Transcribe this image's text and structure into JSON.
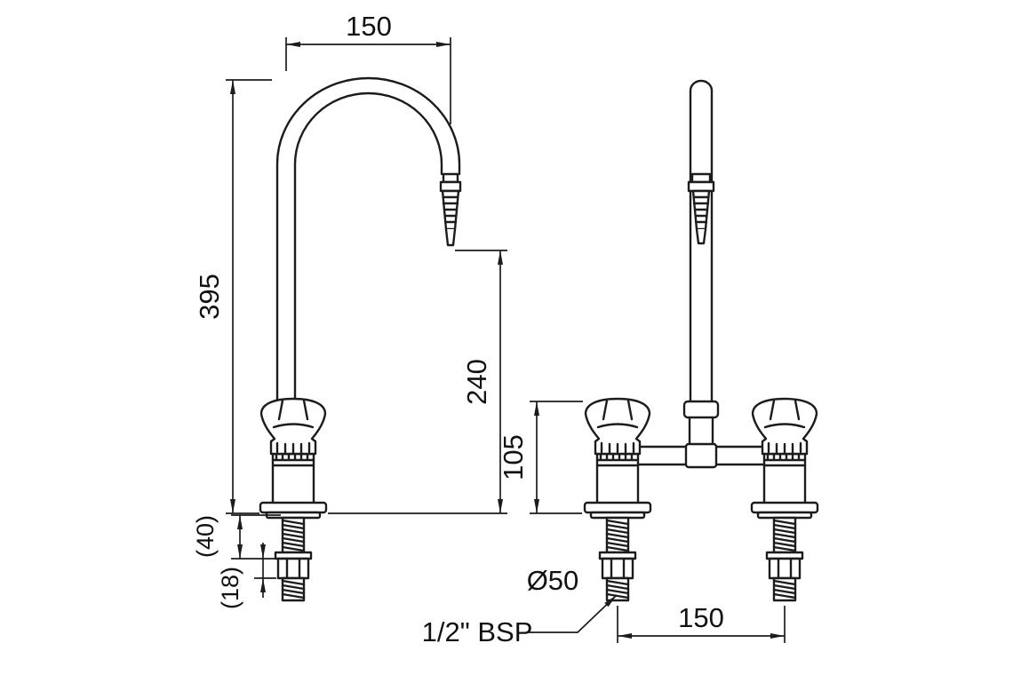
{
  "page": {
    "background": "#ffffff",
    "line_color": "#1c1c1c"
  },
  "side_view": {
    "spout_reach": "150",
    "overall_height": "395",
    "outlet_height": "240",
    "deck_thickness": "(40)",
    "thread_detail": "(18)"
  },
  "front_view": {
    "handle_height": "105",
    "hole_diameter": "Ø50",
    "thread_size": "1/2\" BSP",
    "hole_centres": "150"
  }
}
